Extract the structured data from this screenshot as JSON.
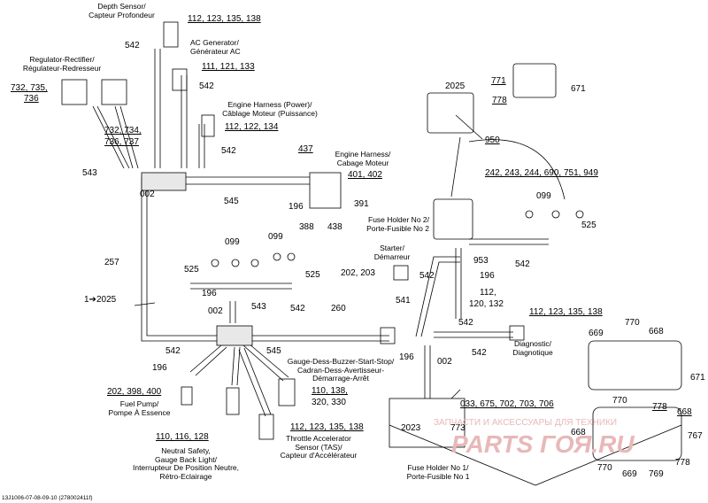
{
  "labels": {
    "depth_sensor_en": "Depth Sensor/",
    "depth_sensor_fr": "Capteur Profondeur",
    "ac_gen_en": "AC Generator/",
    "ac_gen_fr": "Générateur AC",
    "reg_en": "Regulator-Rectifier/",
    "reg_fr": "Régulateur-Redresseur",
    "eng_power_en": "Engine Harness (Power)/",
    "eng_power_fr": "Câblage Moteur (Puissance)",
    "eng_harness_en": "Engine Harness/",
    "eng_harness_fr": "Cabage Moteur",
    "fuse2_en": "Fuse Holder No 2/",
    "fuse2_fr": "Porte-Fusible No 2",
    "starter_en": "Starter/",
    "starter_fr": "Démarreur",
    "diag_en": "Diagnostic/",
    "diag_fr": "Diagnotique",
    "fuel_pump_en": "Fuel Pump/",
    "fuel_pump_fr": "Pompe À Essence",
    "gauge_en": "Gauge-Dess-Buzzer-Start-Stop/",
    "gauge_fr1": "Cadran-Dess-Avertisseur-",
    "gauge_fr2": "Démarrage-Arrêt",
    "fuse1_en": "Fuse Holder No 1/",
    "fuse1_fr": "Porte-Fusible No 1",
    "tas_en": "Throttle Accelerator",
    "tas_fr1": "Sensor (TAS)/",
    "tas_fr2": "Capteur d'Accélérateur",
    "neutral_en1": "Neutral Safety,",
    "neutral_en2": "Gauge Back Light/",
    "neutral_fr1": "Interrupteur De Position Neutre,",
    "neutral_fr2": "Rétro-Eclairage"
  },
  "refs": {
    "depth_sensor": "112, 123, 135, 138",
    "ac_gen": "111, 121, 133",
    "reg_a1": "732, 735,",
    "reg_a2": "736",
    "reg_b1": "732, 734,",
    "reg_b2": "736, 737",
    "eng_power": "112, 122, 134",
    "eng_harness": "401, 402",
    "fuse2": "242, 243, 244, 690, 751, 949",
    "diag": "112, 123, 135, 138",
    "fuel_pump": "202, 398, 400",
    "gauge1": "110, 138,",
    "gauge2": "320, 330",
    "fuse1": "033, 675, 702, 703, 706",
    "tas": "112, 123, 135, 138",
    "neutral": "110, 116, 128",
    "r542": "542",
    "r543": "543",
    "r545": "545",
    "r002": "002",
    "r437": "437",
    "r196": "196",
    "r391": "391",
    "r388": "388",
    "r438": "438",
    "r2025": "2025",
    "r950": "950",
    "r771": "771",
    "r671": "671",
    "r778": "778",
    "r099": "099",
    "r525": "525",
    "r953": "953",
    "r112c": "112,",
    "r120_132": "120, 132",
    "r202_203": "202, 203",
    "r541": "541",
    "r257": "257",
    "arrow_2025": "1➔2025",
    "r260": "260",
    "r770": "770",
    "r669": "669",
    "r668": "668",
    "r2023": "2023",
    "r773": "773",
    "r767": "767",
    "r769": "769"
  },
  "footer": {
    "drawing_code": "13J1006-07-08-09-10 (278002411f)"
  },
  "watermark": {
    "text": "ЗАПЧАСТИ И АКСЕССУАРЫ ДЛЯ ТЕХНИКИ",
    "logo": "PARTS ГОЯ.RU"
  }
}
